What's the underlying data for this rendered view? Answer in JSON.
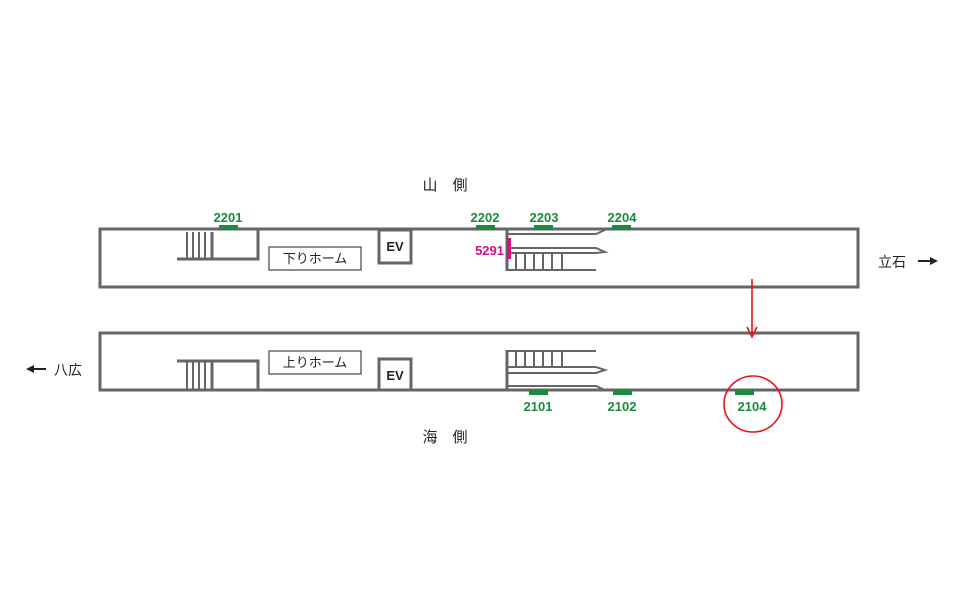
{
  "labels": {
    "mountain_side": "山　側",
    "sea_side": "海　側",
    "dir_right": "立石",
    "dir_left": "八広",
    "down_platform": "下りホーム",
    "up_platform": "上りホーム",
    "ev": "EV"
  },
  "gates_top": [
    "2201",
    "2202",
    "2203",
    "2204"
  ],
  "gates_bottom": [
    "2101",
    "2102",
    "2104"
  ],
  "marker_magenta": "5291",
  "highlighted_gate": "2104",
  "colors": {
    "platform_fill": "#fce4ef",
    "wall": "#666666",
    "gate": "#1a8a3e",
    "ev_fill": "#b7dcef",
    "marker": "#d4107f",
    "highlight": "#e8141c"
  }
}
